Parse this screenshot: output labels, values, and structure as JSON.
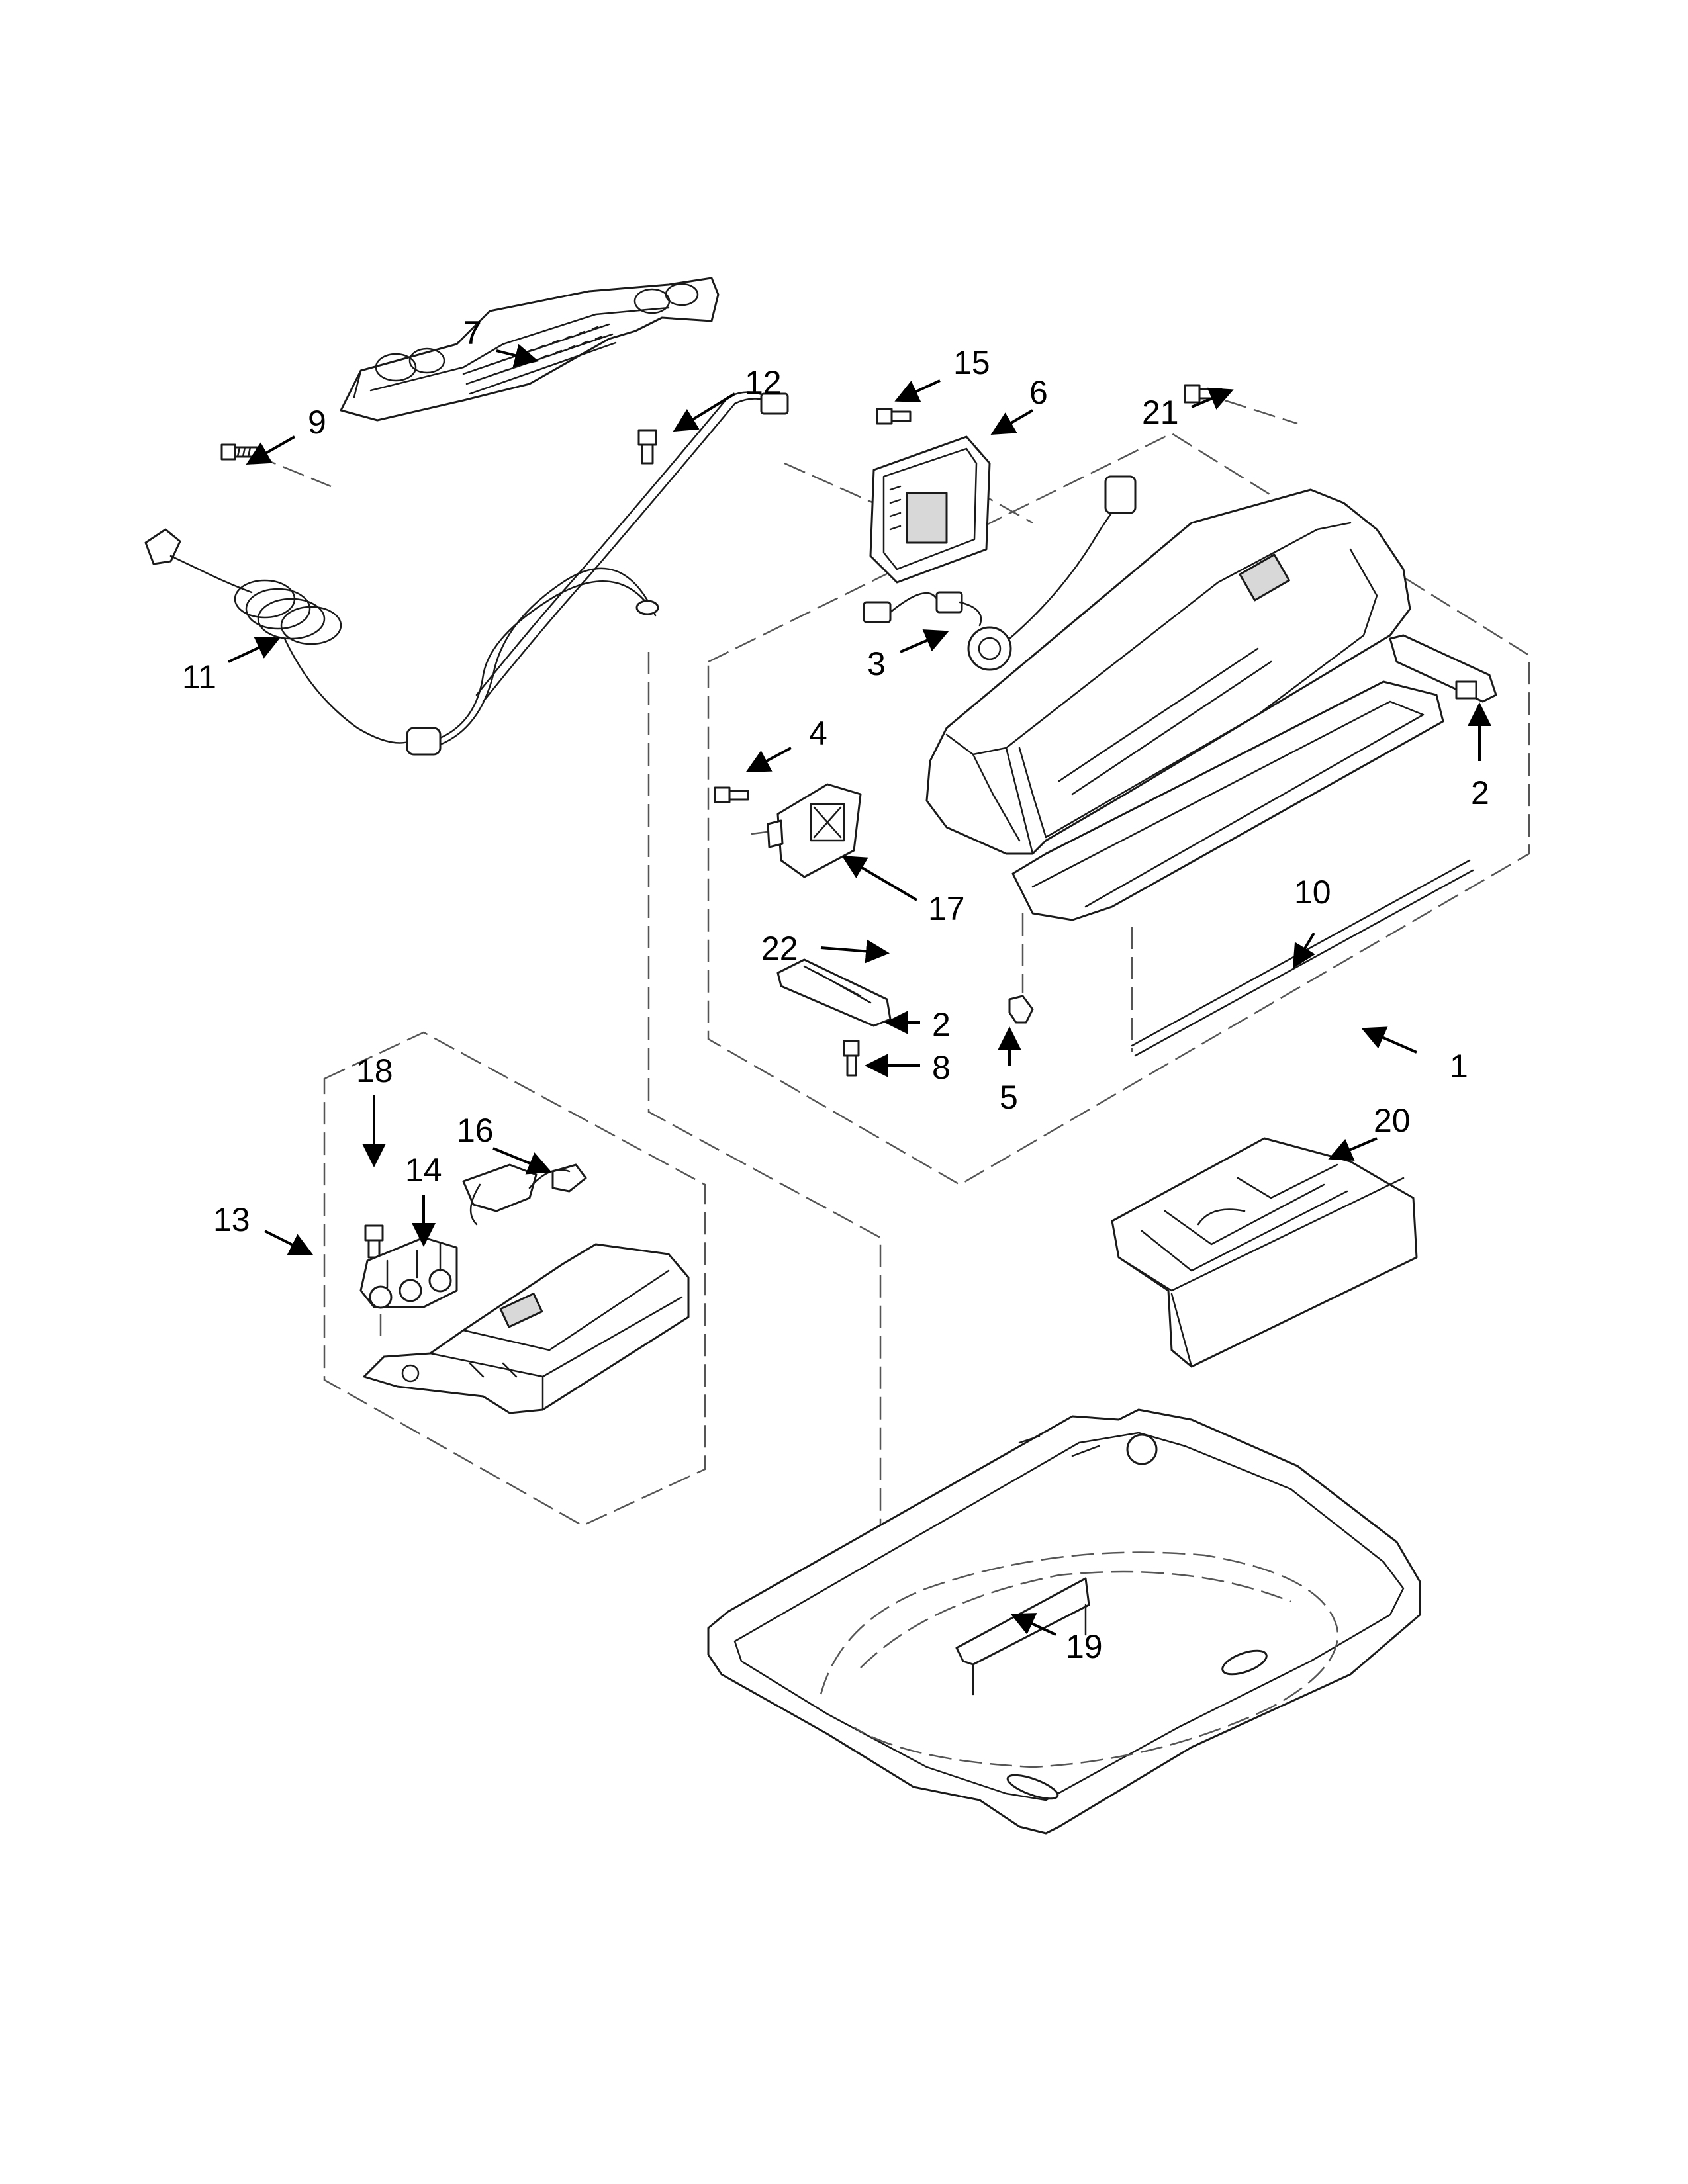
{
  "callouts": [
    {
      "id": "1",
      "label": "1"
    },
    {
      "id": "2a",
      "label": "2"
    },
    {
      "id": "2b",
      "label": "2"
    },
    {
      "id": "3",
      "label": "3"
    },
    {
      "id": "4",
      "label": "4"
    },
    {
      "id": "5",
      "label": "5"
    },
    {
      "id": "6",
      "label": "6"
    },
    {
      "id": "7",
      "label": "7"
    },
    {
      "id": "8",
      "label": "8"
    },
    {
      "id": "9",
      "label": "9"
    },
    {
      "id": "10",
      "label": "10"
    },
    {
      "id": "11",
      "label": "11"
    },
    {
      "id": "12",
      "label": "12"
    },
    {
      "id": "13",
      "label": "13"
    },
    {
      "id": "14",
      "label": "14"
    },
    {
      "id": "15",
      "label": "15"
    },
    {
      "id": "16",
      "label": "16"
    },
    {
      "id": "17",
      "label": "17"
    },
    {
      "id": "18",
      "label": "18"
    },
    {
      "id": "19",
      "label": "19"
    },
    {
      "id": "20",
      "label": "20"
    },
    {
      "id": "21",
      "label": "21"
    },
    {
      "id": "22",
      "label": "22"
    }
  ],
  "colors": {
    "line": "#1a1a1a",
    "dash": "#555555",
    "background": "#ffffff"
  }
}
